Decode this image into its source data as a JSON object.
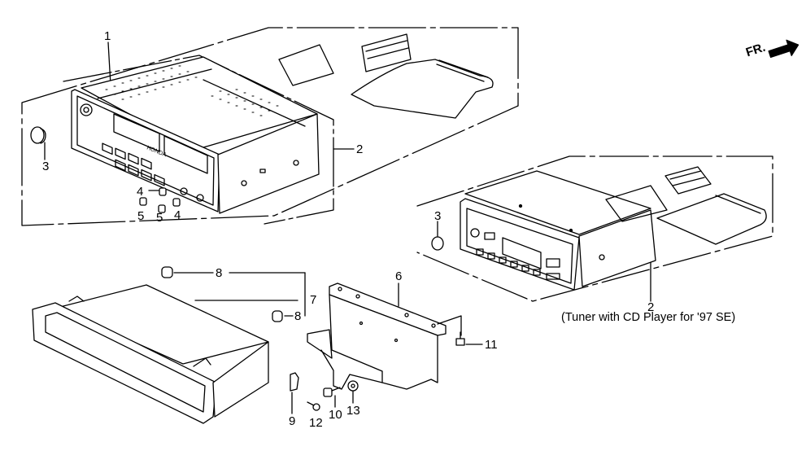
{
  "diagram": {
    "type": "exploded parts diagram",
    "subject": "Audio unit / radio tuner assembly",
    "direction_indicator": {
      "label": "FR.",
      "icon": "arrow-right-icon"
    },
    "callouts": [
      {
        "number": "1",
        "part": "radio tuner kit (cassette)"
      },
      {
        "number": "2",
        "part": "tuner unit (cassette)"
      },
      {
        "number": "3",
        "part": "knob"
      },
      {
        "number": "4",
        "part": "knob"
      },
      {
        "number": "4",
        "part": "knob"
      },
      {
        "number": "5",
        "part": "knob"
      },
      {
        "number": "5",
        "part": "knob"
      },
      {
        "number": "3",
        "part": "knob"
      },
      {
        "number": "2",
        "part": "tuner unit (CD player)"
      },
      {
        "number": "6",
        "part": "bracket"
      },
      {
        "number": "7",
        "part": "pocket"
      },
      {
        "number": "8",
        "part": "clip"
      },
      {
        "number": "8",
        "part": "clip"
      },
      {
        "number": "9",
        "part": "clip"
      },
      {
        "number": "10",
        "part": "bolt"
      },
      {
        "number": "11",
        "part": "bolt"
      },
      {
        "number": "12",
        "part": "screw"
      },
      {
        "number": "13",
        "part": "washer"
      }
    ],
    "captions": {
      "cd_unit_note": "(Tuner with CD Player for '97 SE)"
    },
    "printed_text": {
      "brand_on_faceplate": "HONDA"
    }
  }
}
